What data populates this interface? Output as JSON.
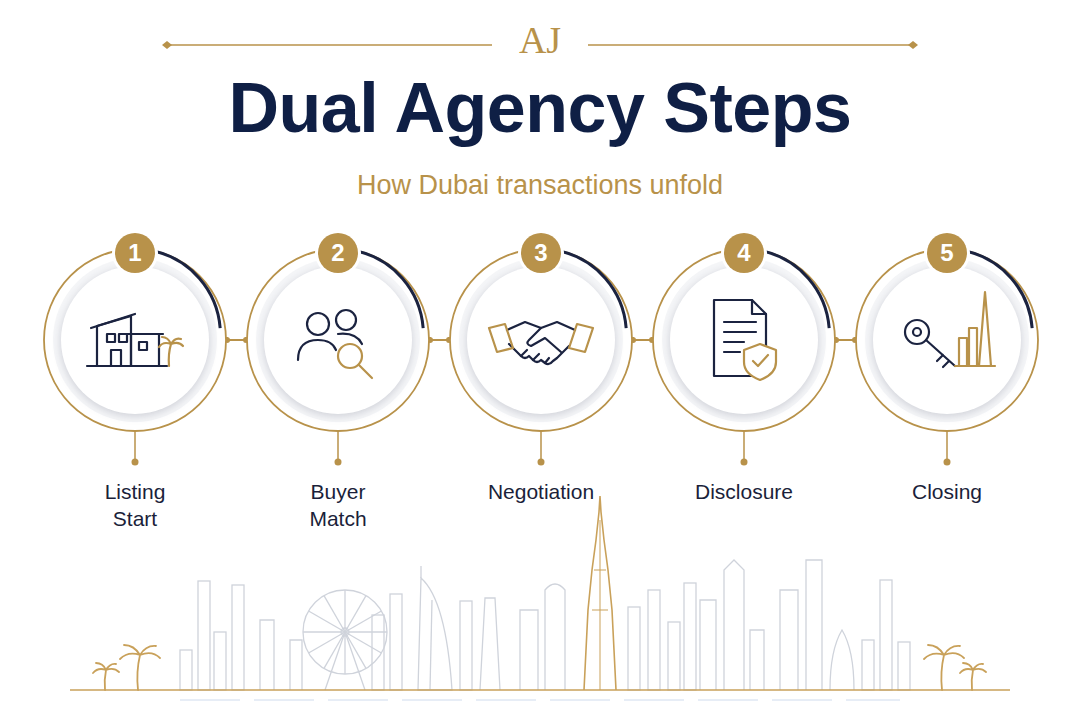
{
  "diagram": {
    "title": "Dual Agency Steps",
    "nodes": [
      {
        "text": [
          "1",
          "Listing Start"
        ]
      },
      {
        "text": [
          "2",
          "Buyer Match"
        ]
      },
      {
        "text": [
          "3",
          "Negotiation"
        ]
      },
      {
        "text": [
          "4",
          "Disclosure"
        ]
      },
      {
        "text": [
          "5",
          "Closing"
        ]
      }
    ],
    "edges": [
      {
        "from": 0,
        "to": 1,
        "arrow": "none"
      },
      {
        "from": 1,
        "to": 2,
        "arrow": "none"
      },
      {
        "from": 2,
        "to": 3,
        "arrow": "none"
      },
      {
        "from": 3,
        "to": 4,
        "arrow": "none"
      }
    ],
    "labels": [
      "AJ",
      "How Dubai transactions unfold"
    ]
  }
}
